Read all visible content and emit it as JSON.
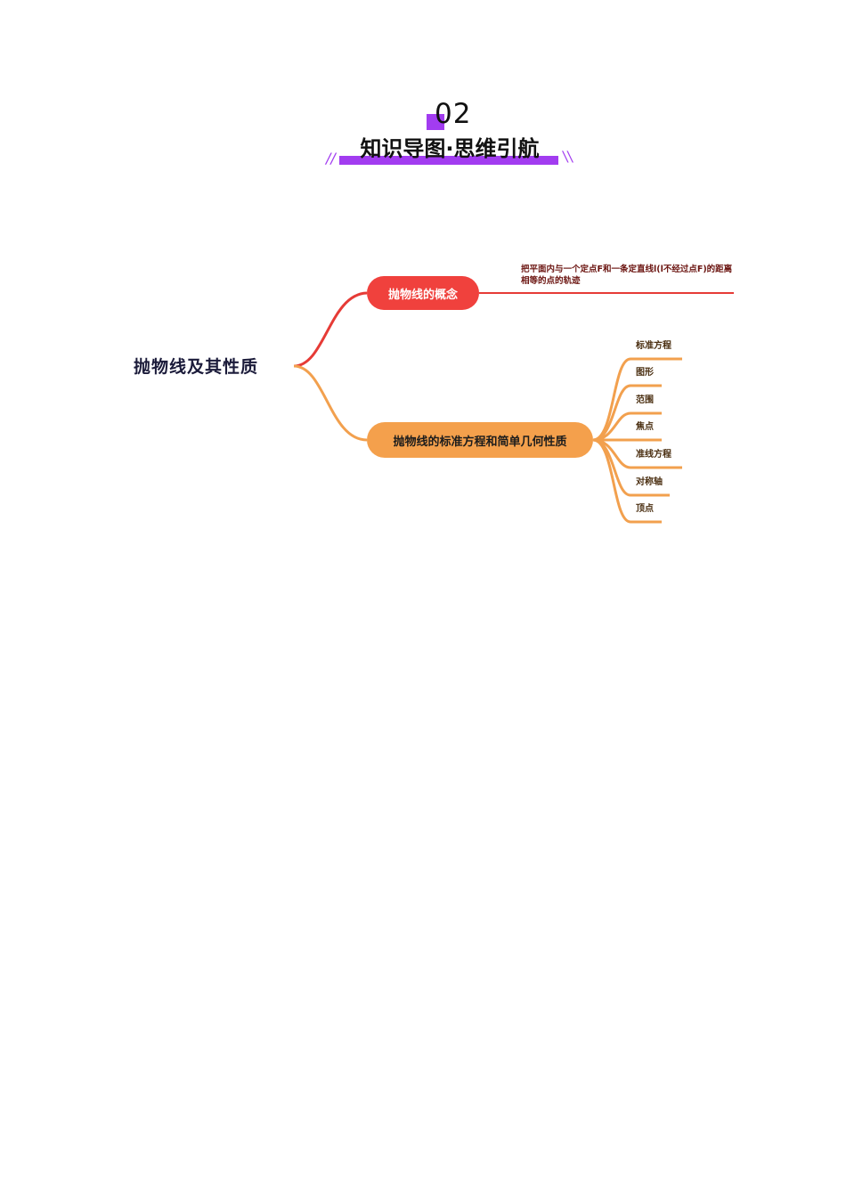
{
  "header": {
    "section_number": "02",
    "title": "知识导图·思维引航",
    "decor_left": "//",
    "decor_right": "\\\\",
    "accent_color": "#a23cf0"
  },
  "mindmap": {
    "root": {
      "label": "抛物线及其性质",
      "color": "#1b1b3a"
    },
    "branches": [
      {
        "label": "抛物线的概念",
        "color": "#f0413d",
        "text_color": "#ffffff",
        "children": [
          {
            "label": "把平面内与一个定点F和一条定直线l(l不经过点F)的距离相等的点的轨迹"
          }
        ]
      },
      {
        "label": "抛物线的标准方程和简单几何性质",
        "color": "#f4a04c",
        "text_color": "#1c1c1c",
        "children": [
          {
            "label": "标准方程"
          },
          {
            "label": "图形"
          },
          {
            "label": "范围"
          },
          {
            "label": "焦点"
          },
          {
            "label": "准线方程"
          },
          {
            "label": "对称轴"
          },
          {
            "label": "顶点"
          }
        ]
      }
    ]
  }
}
